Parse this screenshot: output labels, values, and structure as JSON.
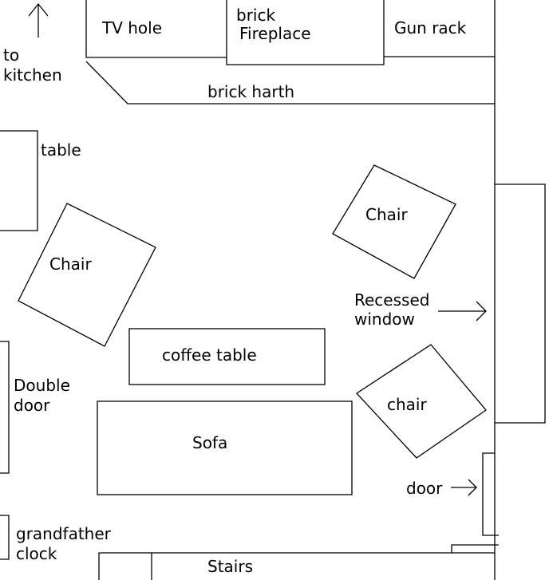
{
  "labels": {
    "to_kitchen": [
      "to",
      "kitchen"
    ],
    "tv_hole": "TV hole",
    "fireplace": [
      "brick",
      "Fireplace"
    ],
    "gun_rack": "Gun rack",
    "hearth": "brick harth",
    "table": "table",
    "chair_left": "Chair",
    "chair_right": "Chair",
    "recessed_window": [
      "Recessed",
      "window"
    ],
    "coffee_table": "coffee table",
    "double_door": [
      "Double",
      "door"
    ],
    "chair_lower": "chair",
    "sofa": "Sofa",
    "door": "door",
    "grandfather_clock": [
      "grandfather",
      "clock"
    ],
    "stairs": "Stairs"
  }
}
